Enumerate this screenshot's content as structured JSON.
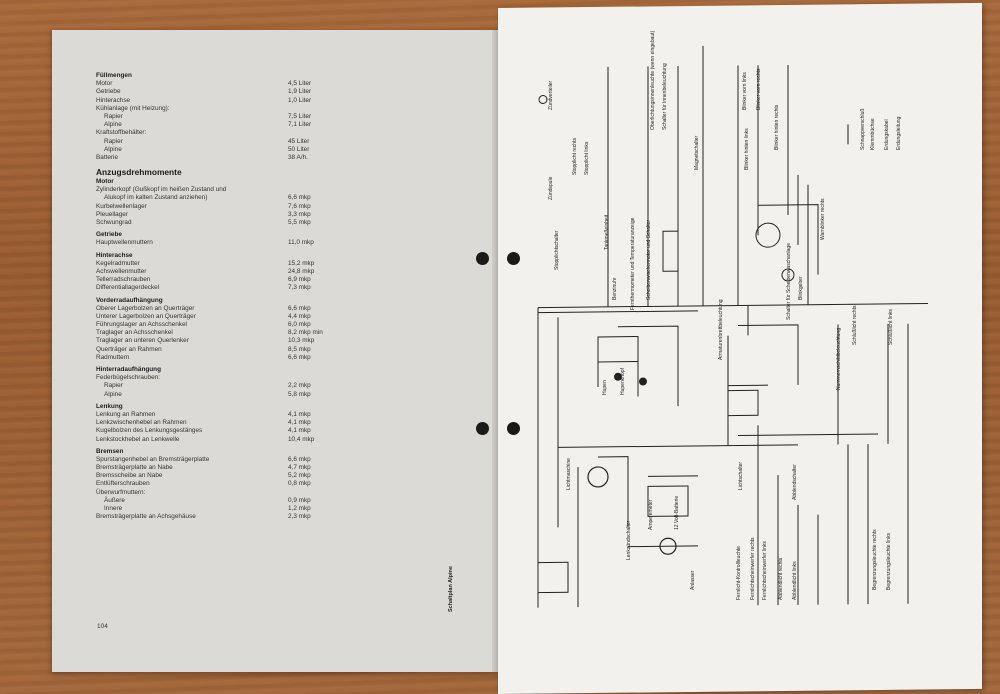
{
  "left_page": {
    "sections": [
      {
        "type": "section",
        "label": "Füllmengen"
      },
      {
        "type": "item",
        "label": "Motor",
        "value": "4,5 Liter"
      },
      {
        "type": "item",
        "label": "Getriebe",
        "value": "1,9 Liter"
      },
      {
        "type": "item",
        "label": "Hinterachse",
        "value": "1,0 Liter"
      },
      {
        "type": "item",
        "label": "Kühlanlage (mit Heizung):",
        "value": ""
      },
      {
        "type": "sub",
        "label": "Rapier",
        "value": "7,5 Liter"
      },
      {
        "type": "sub",
        "label": "Alpine",
        "value": "7,1 Liter"
      },
      {
        "type": "item",
        "label": "Kraftstoffbehälter:",
        "value": ""
      },
      {
        "type": "sub",
        "label": "Rapier",
        "value": "45 Liter"
      },
      {
        "type": "sub",
        "label": "Alpine",
        "value": "50 Liter"
      },
      {
        "type": "item",
        "label": "Batterie",
        "value": "38 A/h."
      },
      {
        "type": "gap"
      },
      {
        "type": "main",
        "label": "Anzugsdrehmomente"
      },
      {
        "type": "section",
        "label": "Motor"
      },
      {
        "type": "item",
        "label": "Zylinderkopf (Gußkopf im heißen Zustand und",
        "value": ""
      },
      {
        "type": "sub",
        "label": "Alukopf im kalten Zustand anziehen)",
        "value": "6,6 mkp"
      },
      {
        "type": "item",
        "label": "Kurbelwellenlager",
        "value": "7,6 mkp"
      },
      {
        "type": "item",
        "label": "Pleuellager",
        "value": "3,3 mkp"
      },
      {
        "type": "item",
        "label": "Schwungrad",
        "value": "5,5 mkp"
      },
      {
        "type": "gap"
      },
      {
        "type": "section",
        "label": "Getriebe"
      },
      {
        "type": "item",
        "label": "Hauptwellenmuttern",
        "value": "11,0 mkp"
      },
      {
        "type": "gap"
      },
      {
        "type": "section",
        "label": "Hinterachse"
      },
      {
        "type": "item",
        "label": "Kegelradmutter",
        "value": "15,2 mkp"
      },
      {
        "type": "item",
        "label": "Achswellenmutter",
        "value": "24,8 mkp"
      },
      {
        "type": "item",
        "label": "Tellerradschrauben",
        "value": "6,9 mkp"
      },
      {
        "type": "item",
        "label": "Differentiallagerdeckel",
        "value": "7,3 mkp"
      },
      {
        "type": "gap"
      },
      {
        "type": "section",
        "label": "Vorderradaufhängung"
      },
      {
        "type": "item",
        "label": "Oberer Lagerbolzen an Querträger",
        "value": "6,6 mkp"
      },
      {
        "type": "item",
        "label": "Unterer Lagerbolzen an Querträger",
        "value": "4,4 mkp"
      },
      {
        "type": "item",
        "label": "Führungslager an Achsschenkel",
        "value": "6,0 mkp"
      },
      {
        "type": "item",
        "label": "Traglager an Achsschenkel",
        "value": "8,2 mkp min"
      },
      {
        "type": "item",
        "label": "Traglager an unteren Querlenker",
        "value": "10,3 mkp"
      },
      {
        "type": "item",
        "label": "Querträger an Rahmen",
        "value": "8,5 mkp"
      },
      {
        "type": "item",
        "label": "Radmuttern",
        "value": "6,6 mkp"
      },
      {
        "type": "gap"
      },
      {
        "type": "section",
        "label": "Hinterradaufhängung"
      },
      {
        "type": "item",
        "label": "Federbügelschrauben:",
        "value": ""
      },
      {
        "type": "sub",
        "label": "Rapier",
        "value": "2,2 mkp"
      },
      {
        "type": "sub",
        "label": "Alpine",
        "value": "5,8 mkp"
      },
      {
        "type": "gap"
      },
      {
        "type": "section",
        "label": "Lenkung"
      },
      {
        "type": "item",
        "label": "Lenkung an Rahmen",
        "value": "4,1 mkp"
      },
      {
        "type": "item",
        "label": "Lenkzwischenhebel an Rahmen",
        "value": "4,1 mkp"
      },
      {
        "type": "item",
        "label": "Kugelbolzen des Lenkungsgestänges",
        "value": "4,1 mkp"
      },
      {
        "type": "item",
        "label": "Lenkstockhebel an Lenkwelle",
        "value": "10,4 mkp"
      },
      {
        "type": "gap"
      },
      {
        "type": "section",
        "label": "Bremsen"
      },
      {
        "type": "item",
        "label": "Spurstangenhebel an Bremsträgerplatte",
        "value": "6,6 mkp"
      },
      {
        "type": "item",
        "label": "Bremsträgerplatte an Nabe",
        "value": "4,7 mkp"
      },
      {
        "type": "item",
        "label": "Bremsscheibe an Nabe",
        "value": "5,2 mkp"
      },
      {
        "type": "item",
        "label": "Entlüfterschrauben",
        "value": "0,8 mkp"
      },
      {
        "type": "item",
        "label": "Überwurfmuttern:",
        "value": ""
      },
      {
        "type": "sub",
        "label": "Äußere",
        "value": "0,9 mkp"
      },
      {
        "type": "sub",
        "label": "Innere",
        "value": "1,2 mkp"
      },
      {
        "type": "item",
        "label": "Bremsträgerplatte an Achsgehäuse",
        "value": "2,3 mkp"
      }
    ],
    "page_number": "104"
  },
  "right_page": {
    "caption": "Schaltplan Alpine",
    "labels": [
      "Zündverteiler",
      "Zündspule",
      "Stopplicht rechts",
      "Stopplicht links",
      "Stopplichtschalter",
      "Tankmeßeinheit",
      "Benzinuhr",
      "Fernthermometer und Temperaturanzeige",
      "Scheibenwischermotor und Schalter",
      "Magnetschalter",
      "Oberlichtungsinnenleuchte (wenn eingebaut)",
      "Schalter für Innenbeleuchtung",
      "Blinker vorn links",
      "Blinker vorn rechts",
      "Blinker hinten links",
      "Blinker hinten rechts",
      "Warnblinker rechts",
      "Blinkgeber",
      "Schalter für Scheibenwaschanlage",
      "Armaturenbrettbeleuchtung",
      "Nummernschildbeleuchtung",
      "Schlußlicht rechts",
      "Schlußlicht links",
      "Hupen",
      "Hupenknopf",
      "Lichtmaschine",
      "Lichtschalter",
      "Abblendschalter",
      "Fernlicht-Kontrollleuchte",
      "Fernlichtscheinwerfer rechts",
      "Fernlichtscheinwerfer links",
      "Abblendlicht rechts",
      "Abblendlicht links",
      "Lenkzündschalter",
      "Anlasser",
      "Amperemeter",
      "12 Volt-Batterie",
      "Begrenzungsleuchte rechts",
      "Begrenzungsleuchte links",
      "Schnappverschluß",
      "Klemmbüchse",
      "Erdungskabel",
      "Erdungsleitung"
    ]
  }
}
